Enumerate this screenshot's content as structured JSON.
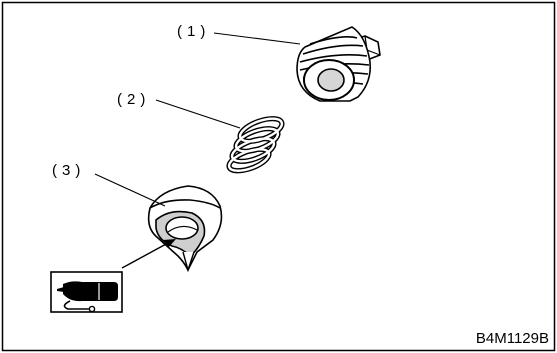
{
  "callouts": {
    "part1": "(1)",
    "part2": "(2)",
    "part3": "(3)"
  },
  "figure_code": "B4M1129B",
  "icons": {
    "grease_symbol": "grease-application-icon"
  }
}
